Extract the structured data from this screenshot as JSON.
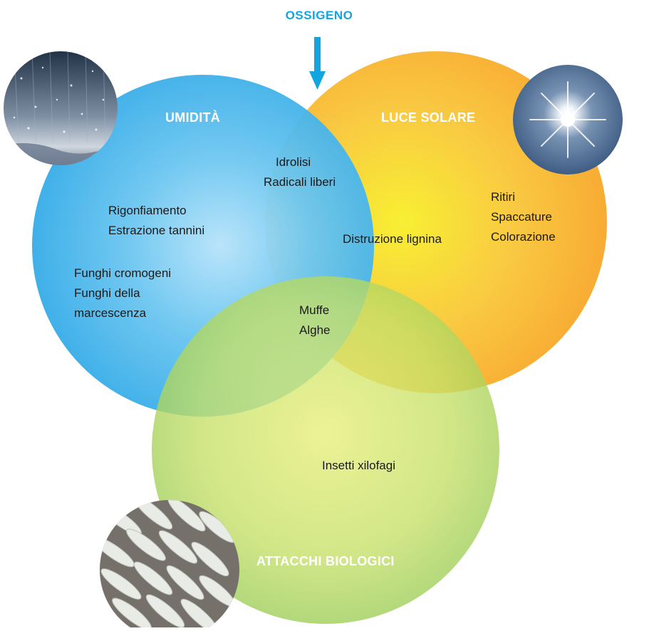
{
  "top_label": "OSSIGENO",
  "colors": {
    "humidity": "#2ea8e6",
    "sunlight": "#f8a82a",
    "biological": "#a2cf4a",
    "oxygen_arrow": "#12a5e0"
  },
  "circles": {
    "humidity": {
      "title": "UMIDITÀ",
      "image": "rain-photo"
    },
    "sunlight": {
      "title": "LUCE SOLARE",
      "image": "sun-photo"
    },
    "biological": {
      "title": "ATTACCHI BIOLOGICI",
      "image": "insect-larvae-photo"
    }
  },
  "effects": {
    "humidity_a": [
      "Rigonfiamento",
      "Estrazione tannini"
    ],
    "humidity_b": [
      "Funghi cromogeni",
      "Funghi della",
      "marcescenza"
    ],
    "humidity_sun": [
      "Idrolisi",
      "Radicali liberi"
    ],
    "sun_inner": [
      "Distruzione lignina"
    ],
    "sun_outer": [
      "Ritiri",
      "Spaccature",
      "Colorazione"
    ],
    "all_three": [
      "Muffe",
      "Alghe"
    ],
    "biological": [
      "Insetti xilofagi"
    ]
  }
}
